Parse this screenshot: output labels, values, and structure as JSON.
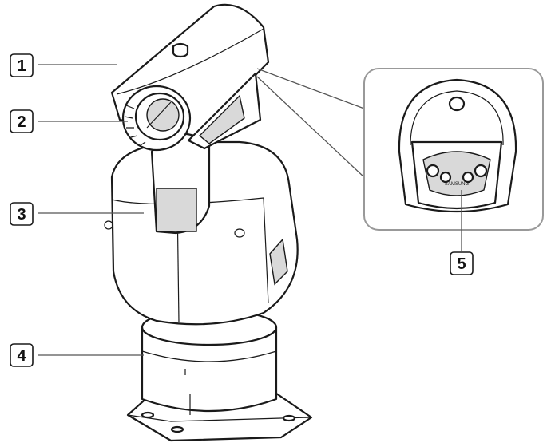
{
  "diagram": {
    "callouts": [
      {
        "id": "1",
        "label": "1"
      },
      {
        "id": "2",
        "label": "2"
      },
      {
        "id": "3",
        "label": "3"
      },
      {
        "id": "4",
        "label": "4"
      },
      {
        "id": "5",
        "label": "5"
      }
    ],
    "detail_logo_text": "SAMSUNG"
  },
  "colors": {
    "outline": "#1a1a1a",
    "leader": "#555555",
    "shading": "#d9d9d9",
    "inset_border": "#999999"
  }
}
